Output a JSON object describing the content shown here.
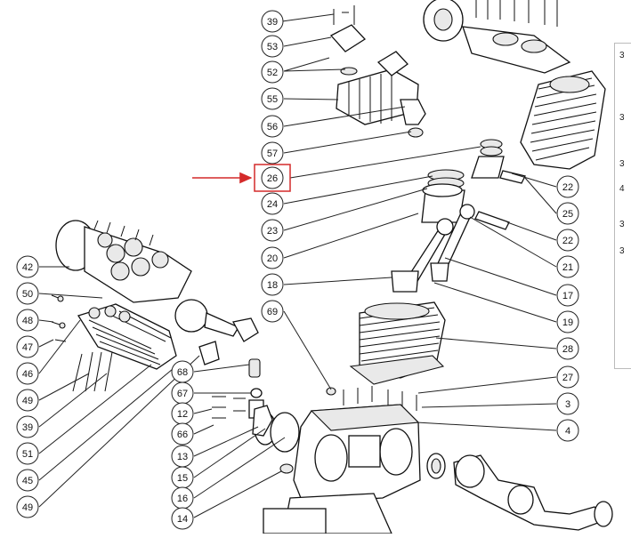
{
  "diagram": {
    "highlight_color": "#d42a2a",
    "highlighted_label": "26",
    "callouts": [
      {
        "id": "39a",
        "label": "39"
      },
      {
        "id": "53",
        "label": "53"
      },
      {
        "id": "52",
        "label": "52"
      },
      {
        "id": "55",
        "label": "55"
      },
      {
        "id": "56",
        "label": "56"
      },
      {
        "id": "57",
        "label": "57"
      },
      {
        "id": "26",
        "label": "26"
      },
      {
        "id": "24",
        "label": "24"
      },
      {
        "id": "23",
        "label": "23"
      },
      {
        "id": "20",
        "label": "20"
      },
      {
        "id": "18",
        "label": "18"
      },
      {
        "id": "69",
        "label": "69"
      },
      {
        "id": "42",
        "label": "42"
      },
      {
        "id": "50",
        "label": "50"
      },
      {
        "id": "48",
        "label": "48"
      },
      {
        "id": "47",
        "label": "47"
      },
      {
        "id": "46",
        "label": "46"
      },
      {
        "id": "49a",
        "label": "49"
      },
      {
        "id": "39b",
        "label": "39"
      },
      {
        "id": "51",
        "label": "51"
      },
      {
        "id": "45",
        "label": "45"
      },
      {
        "id": "49b",
        "label": "49"
      },
      {
        "id": "68",
        "label": "68"
      },
      {
        "id": "67",
        "label": "67"
      },
      {
        "id": "12",
        "label": "12"
      },
      {
        "id": "66",
        "label": "66"
      },
      {
        "id": "13",
        "label": "13"
      },
      {
        "id": "15",
        "label": "15"
      },
      {
        "id": "16",
        "label": "16"
      },
      {
        "id": "14",
        "label": "14"
      },
      {
        "id": "22a",
        "label": "22"
      },
      {
        "id": "25",
        "label": "25"
      },
      {
        "id": "22b",
        "label": "22"
      },
      {
        "id": "21",
        "label": "21"
      },
      {
        "id": "17",
        "label": "17"
      },
      {
        "id": "19",
        "label": "19"
      },
      {
        "id": "28",
        "label": "28"
      },
      {
        "id": "27",
        "label": "27"
      },
      {
        "id": "3",
        "label": "3"
      },
      {
        "id": "4",
        "label": "4"
      }
    ],
    "side_table_fragments": [
      "3",
      "3",
      "3",
      "4",
      "3",
      "3"
    ]
  }
}
